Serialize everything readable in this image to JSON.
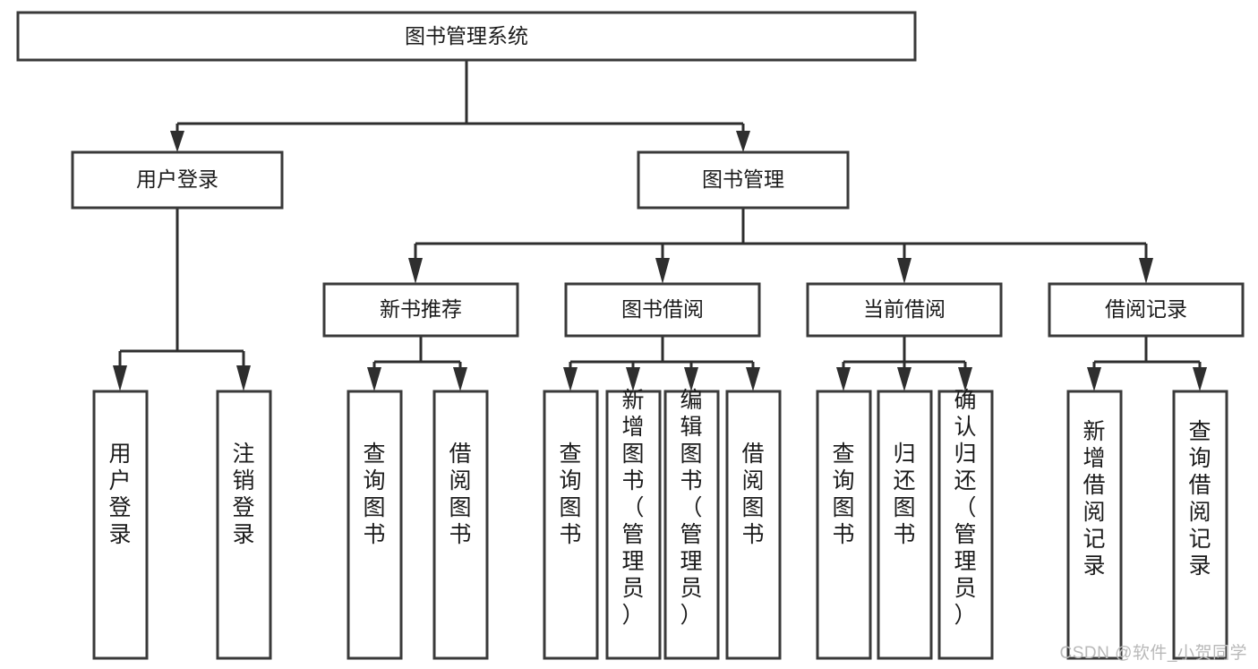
{
  "diagram": {
    "title": "图书管理系统",
    "type": "tree-hierarchy",
    "watermark": "CSDN @软件_小贺同学",
    "colors": {
      "box_fill": "#ffffff",
      "box_stroke": "#3a3a3a",
      "connector": "#2e2e2e",
      "text": "#1b1b1b",
      "watermark": "#b9b9b9",
      "background": "#ffffff"
    },
    "levels": {
      "root": "图书管理系统",
      "level2": [
        "用户登录",
        "图书管理"
      ],
      "level3": [
        "新书推荐",
        "图书借阅",
        "当前借阅",
        "借阅记录"
      ]
    },
    "nodes": {
      "root": {
        "label": "图书管理系统"
      },
      "user_login": {
        "label": "用户登录"
      },
      "book_manage": {
        "label": "图书管理"
      },
      "new_book_rec": {
        "label": "新书推荐"
      },
      "book_borrow": {
        "label": "图书借阅"
      },
      "current_borrow": {
        "label": "当前借阅"
      },
      "borrow_record": {
        "label": "借阅记录"
      }
    },
    "leaves": {
      "user_login": [
        {
          "label": "用户登录"
        },
        {
          "label": "注销登录"
        }
      ],
      "new_book_rec": [
        {
          "label": "查询图书"
        },
        {
          "label": "借阅图书"
        }
      ],
      "book_borrow": [
        {
          "label": "查询图书"
        },
        {
          "label": "新增图书（管理员）"
        },
        {
          "label": "编辑图书（管理员）"
        },
        {
          "label": "借阅图书"
        }
      ],
      "current_borrow": [
        {
          "label": "查询图书"
        },
        {
          "label": "归还图书"
        },
        {
          "label": "确认归还（管理员）"
        }
      ],
      "borrow_record": [
        {
          "label": "新增借阅记录"
        },
        {
          "label": "查询借阅记录"
        }
      ]
    }
  }
}
